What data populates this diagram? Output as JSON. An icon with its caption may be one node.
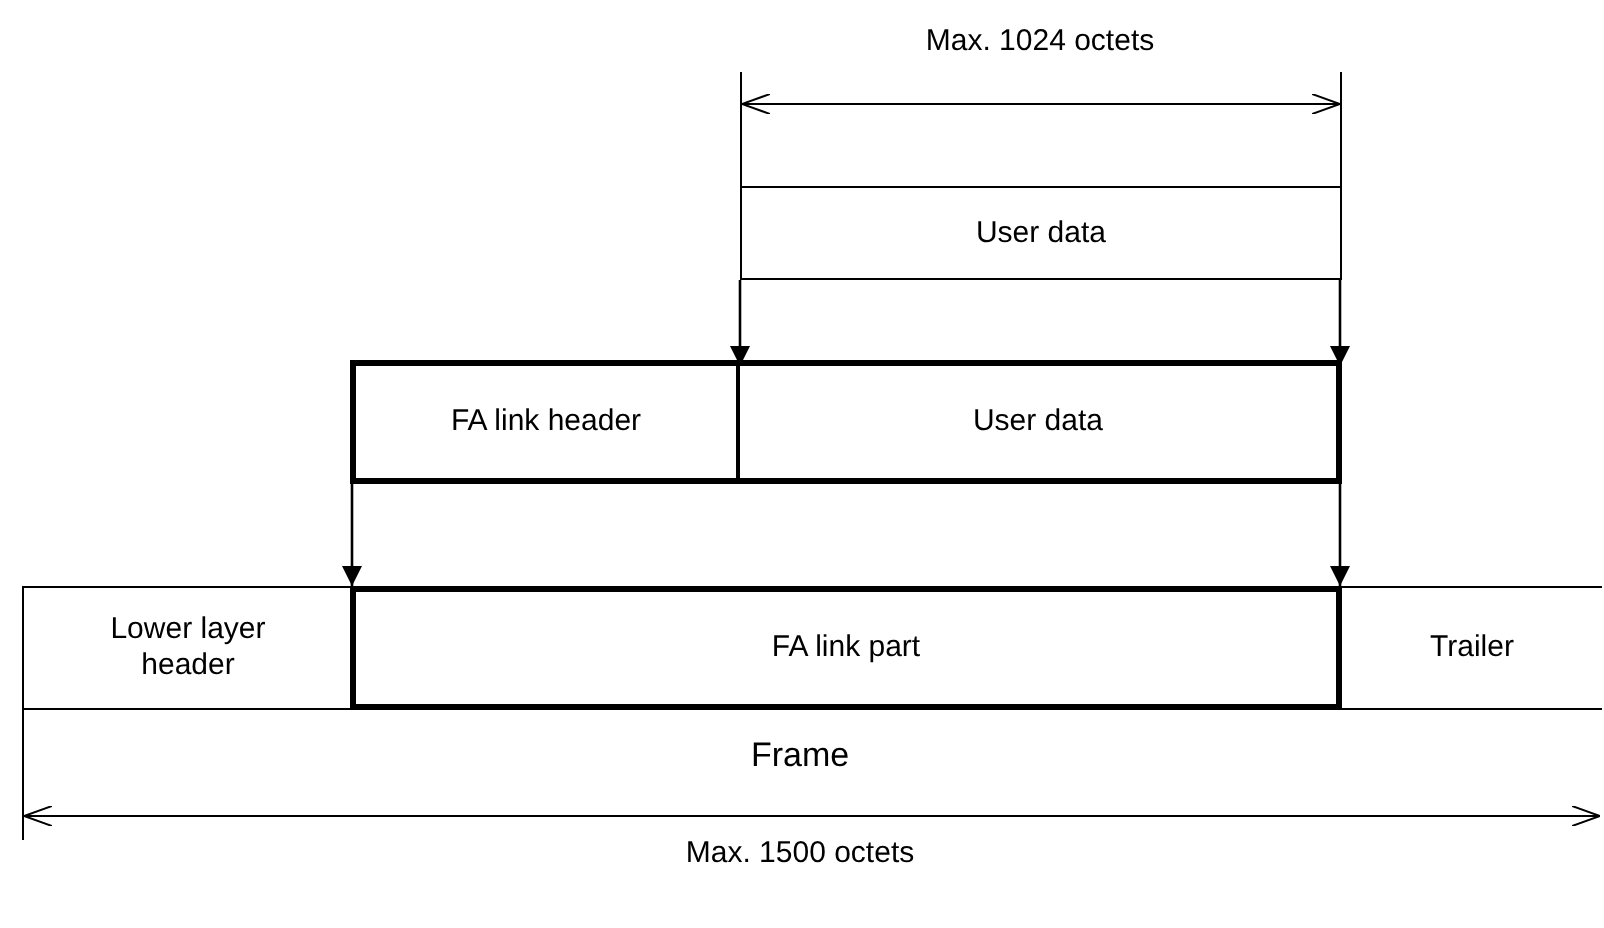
{
  "diagram": {
    "nodes": [
      {
        "text": [
          "User data"
        ]
      },
      {
        "text": [],
        "shape": "box"
      },
      {
        "text": [
          "FA link header"
        ],
        "in": 1
      },
      {
        "text": [
          "User data"
        ],
        "in": 1
      },
      {
        "text": [
          "Lower layer header"
        ]
      },
      {
        "text": [
          "FA link part"
        ]
      },
      {
        "text": [
          "Trailer"
        ]
      }
    ],
    "edges": [
      {
        "from": 0,
        "to": 3,
        "arrow": "to"
      },
      {
        "from": 0,
        "to": 3,
        "arrow": "to"
      },
      {
        "from": 1,
        "to": 5,
        "arrow": "to"
      },
      {
        "from": 1,
        "to": 5,
        "arrow": "to"
      }
    ],
    "labels": [
      "Max. 1024 octets",
      "Frame",
      "Max. 1500 octets"
    ]
  }
}
